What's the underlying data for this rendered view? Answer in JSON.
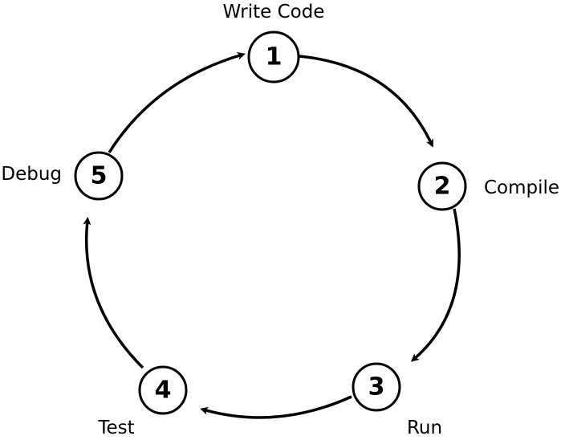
{
  "diagram": {
    "type": "cycle",
    "steps": [
      {
        "number": "1",
        "label": "Write Code"
      },
      {
        "number": "2",
        "label": "Compile"
      },
      {
        "number": "3",
        "label": "Run"
      },
      {
        "number": "4",
        "label": "Test"
      },
      {
        "number": "5",
        "label": "Debug"
      }
    ],
    "flow": "clockwise",
    "colors": {
      "stroke": "#000000",
      "fill": "#ffffff",
      "text": "#000000"
    }
  }
}
